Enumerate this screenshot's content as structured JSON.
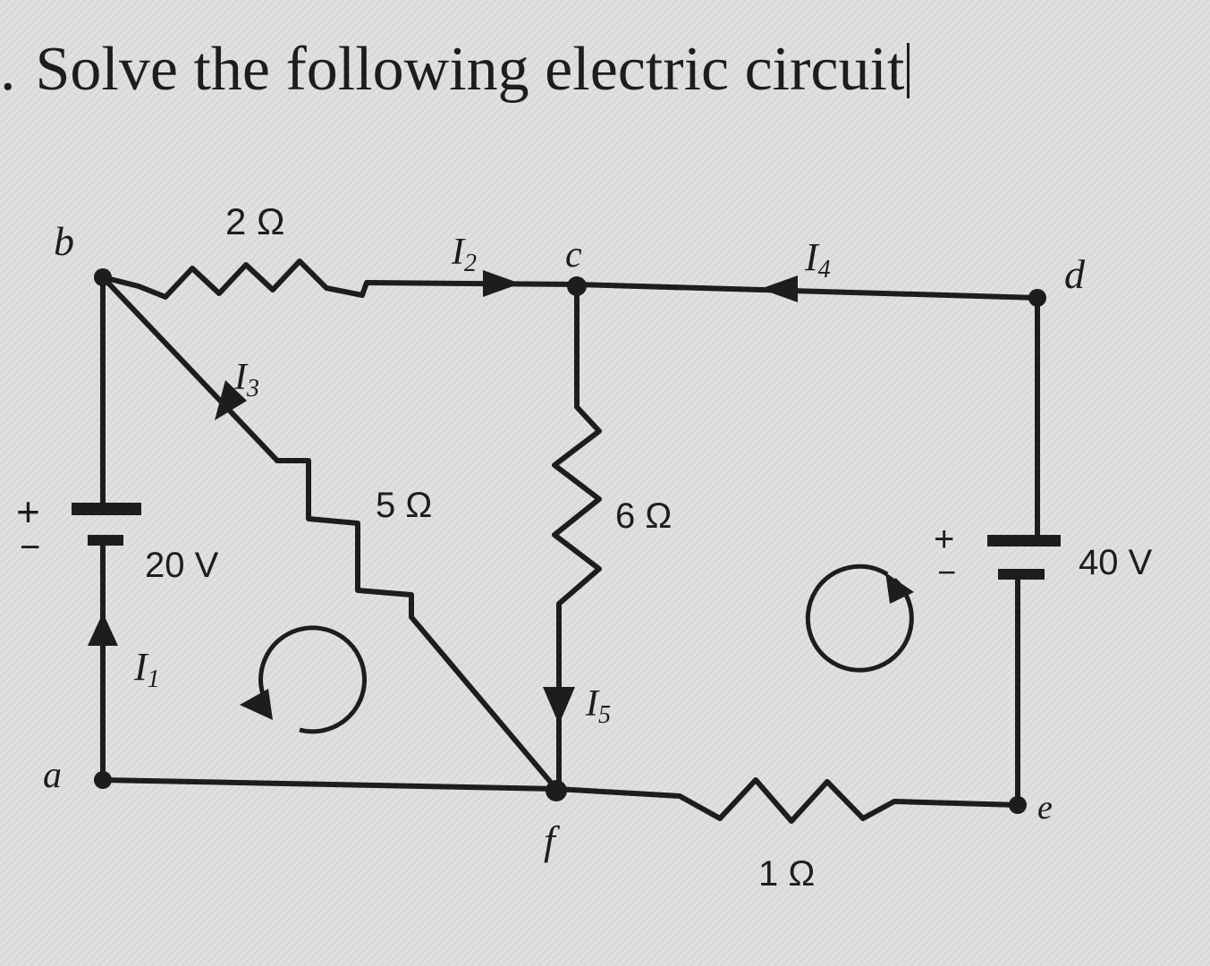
{
  "problem": {
    "number_mark": ".",
    "text": "Solve the following electric circuit"
  },
  "nodes": {
    "a": "a",
    "b": "b",
    "c": "c",
    "d": "d",
    "e": "e",
    "f": "f"
  },
  "resistors": {
    "r_bc": "2 Ω",
    "r_bf": "5 Ω",
    "r_cf": "6 Ω",
    "r_fe": "1 Ω"
  },
  "batteries": {
    "left": {
      "label": "20 V",
      "plus": "+",
      "minus": "−"
    },
    "right": {
      "label": "40 V",
      "plus": "+",
      "minus": "−"
    }
  },
  "currents": {
    "i1": {
      "base": "I",
      "sub": "1"
    },
    "i2": {
      "base": "I",
      "sub": "2"
    },
    "i3": {
      "base": "I",
      "sub": "3"
    },
    "i4": {
      "base": "I",
      "sub": "4"
    },
    "i5": {
      "base": "I",
      "sub": "5"
    }
  },
  "colors": {
    "ink": "#1d1d1d",
    "paper": "#dcdcdc"
  }
}
